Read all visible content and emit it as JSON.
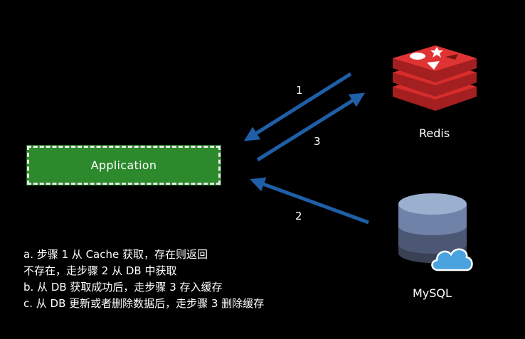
{
  "application": {
    "label": "Application"
  },
  "redis": {
    "label": "Redis"
  },
  "mysql": {
    "label": "MySQL"
  },
  "steps": {
    "one": "1",
    "two": "2",
    "three": "3"
  },
  "notes": [
    "a. 步骤 1 从 Cache 获取，存在则返回",
    "不存在，走步骤 2 从 DB 中获取",
    "b. 从 DB 获取成功后，走步骤 3 存入缓存",
    "c. 从 DB 更新或者删除数据后，走步骤 3 删除缓存"
  ],
  "colors": {
    "background": "#000000",
    "application_fill": "#2c8a2c",
    "arrow": "#1f5fa8",
    "redis": "#d82c2c",
    "db_top": "#9ab0cf",
    "cloud": "#4aa3df"
  }
}
